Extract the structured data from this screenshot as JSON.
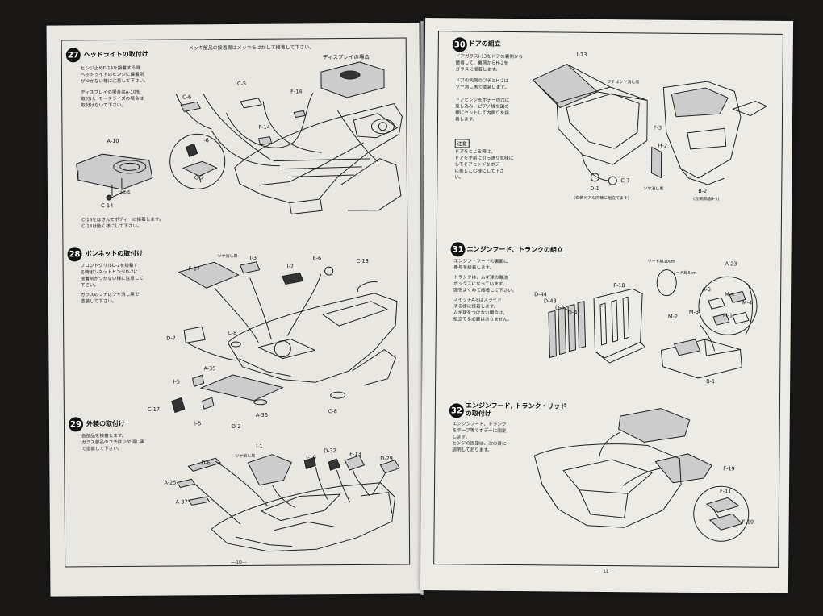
{
  "left_page": {
    "page_number": "—10—",
    "top_note": "メッキ部品の接着面はメッキをはがして接着して下さい。",
    "steps": [
      {
        "number": "27",
        "title": "ヘッドライトの取付け",
        "note": "ヒンジ止めF-14を接着する時\nヘッドライトのヒンジに接着剤\nがつかない様に注意して下さい。",
        "note2": "ディスプレイの場合はA-10を\n取付け、モータライズの場合は\n取付けないで下さい。",
        "note3": "C-14をはさんでボディーに接着します。\nC-14は動く様にして下さい。",
        "display_label": "ディスプレイの場合",
        "labels": {
          "a10": "A-10",
          "c14": "C-14",
          "c6": "C-6",
          "c5": "C-5",
          "f14": "F-14",
          "f14b": "F-14",
          "i6": "I-6",
          "c5b": "C-5",
          "hame": "はめる"
        }
      },
      {
        "number": "28",
        "title": "ボンネットの取付け",
        "note": "フロントグリルD-2を接着す\nる時ボンネットヒンジD-7に\n接着剤がつかない様に注意して\n下さい。",
        "note2": "ガラスのフチはツヤ消し黒で\n塗装して下さい。",
        "labels": {
          "f17": "F-17",
          "i3": "I-3",
          "i2": "I-2",
          "e6": "E-6",
          "c18": "C-18",
          "d7": "D-7",
          "c8": "C-8",
          "a35": "A-35",
          "i5": "I-5",
          "c17": "C-17",
          "i5b": "I-5",
          "d2": "D-2",
          "a36": "A-36",
          "c8b": "C-8",
          "matte": "ツヤ消し黒"
        }
      },
      {
        "number": "29",
        "title": "外装の取付け",
        "note": "各部品を接着します。\nガラス部品のフチはツヤ消し黒\nで塗装して下さい。",
        "labels": {
          "i1": "I-1",
          "matte": "ツヤ消し黒",
          "i10": "I-10",
          "d32": "D-32",
          "f13": "F-13",
          "d29": "D-29",
          "d6": "D-6",
          "a25": "A-25",
          "a37": "A-37"
        }
      }
    ]
  },
  "right_page": {
    "page_number": "—11—",
    "steps": [
      {
        "number": "30",
        "title": "ドアの組立",
        "note": "ドアガラスI-13をドアの裏側から\n接着して、裏側からH-2を\nガラスに接着します。",
        "note2": "ドアの内側のフチとH-2は\nツヤ消し黒で塗装します。",
        "note3": "ドアヒンジをボデーの穴に\n差し込み、ピアノ線を図の\n様にセットして内側りを接\n着します。",
        "caution_tag": "注意",
        "caution": "ドアをとじる時は、\nドアを手前に引っ張り気味に\nしてドアヒンジをボデー\nに差しこむ様にして下さ\nい。",
        "labels": {
          "i13": "I-13",
          "matte1": "フチはツヤ消し黒",
          "f3": "F-3",
          "h2": "H-2",
          "c7": "C-7",
          "matte2": "ツヤ消し黒",
          "d1": "D-1",
          "b2": "B-2",
          "right_door": "(右側ドアも同様に組立てます)",
          "b2sub": "(左側部品B-1)"
        }
      },
      {
        "number": "31",
        "title": "エンジンフード、トランクの組立",
        "note": "エンジン・フードの裏面に\n番号を接着します。",
        "note2": "トランクは、ムギ球の電池\nボックスになっています。\n図をよくみて接着して下さい。",
        "note3": "スイッチA-8はスライド\nする様に接着します。\nムギ球をつけない場合は、\n組立てる必要はありません。",
        "labels": {
          "d44": "D-44",
          "d43": "D-43",
          "d42": "D-42",
          "d41": "D-41",
          "f18": "F-18",
          "a23": "A-23",
          "wire1": "リード線5cm",
          "wire2": "リード線10cm",
          "a8": "A-8",
          "m4": "M-4",
          "m4b": "M-4",
          "m2": "M-2",
          "m3": "M-3",
          "m1": "M-1",
          "b1": "B-1"
        }
      },
      {
        "number": "32",
        "title": "エンジンフード, トランク・リッド\nの取付け",
        "note": "エンジンフード、トランク\nをテープ等でボデーに固定\nします。",
        "note2": "ヒンジの固定は、次の頁に\n説明してあります。",
        "labels": {
          "f19": "F-19",
          "f11": "F-11",
          "f10": "F-10"
        }
      }
    ]
  }
}
